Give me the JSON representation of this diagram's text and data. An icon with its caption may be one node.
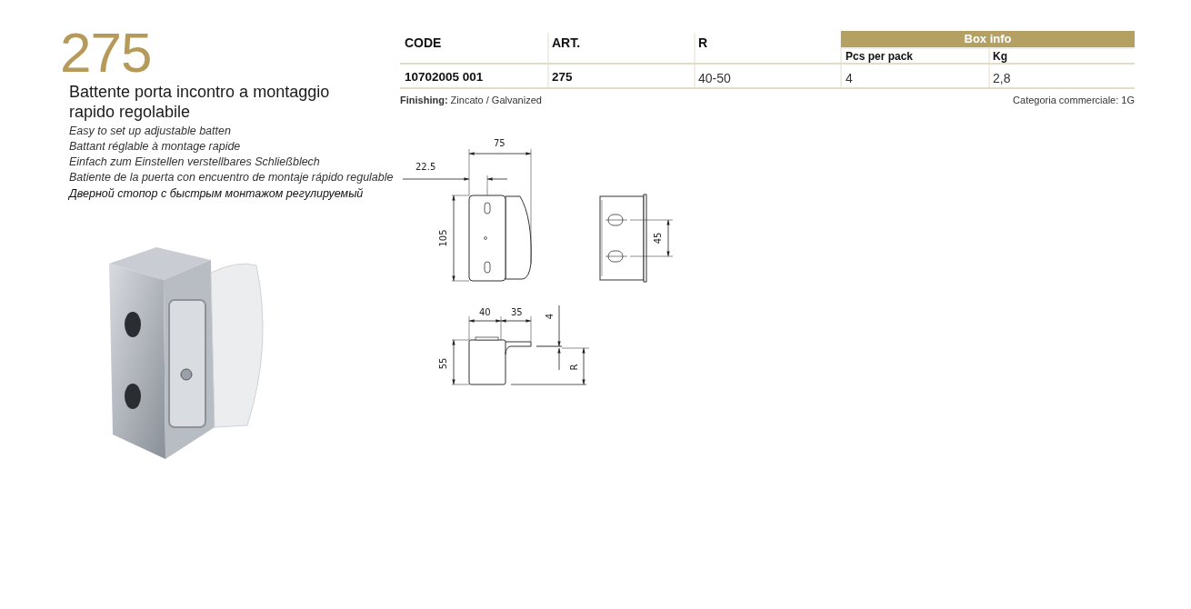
{
  "diagram": {
    "title": "275",
    "labels": [
      "Battente porta incontro a montaggio rapido regolabile",
      "Easy to set up adjustable batten",
      "Battant réglable à montage rapide",
      "Einfach zum Einstellen verstellbares Schließblech",
      "Batiente de la puerta con encuentro de montaje rápido regulable",
      "Дверной стопор с быстрым монтажом регулируемый",
      "CODE",
      "ART.",
      "R",
      "Box info",
      "Pcs per pack",
      "Kg",
      "10702005 001",
      "275",
      "40-50",
      "4",
      "2,8",
      "**Finishing:** Zincato / Galvanized",
      "Categoria commerciale: 1G",
      "75",
      "22.5",
      "105",
      "45",
      "40",
      "35",
      "4",
      "55",
      "R"
    ]
  }
}
